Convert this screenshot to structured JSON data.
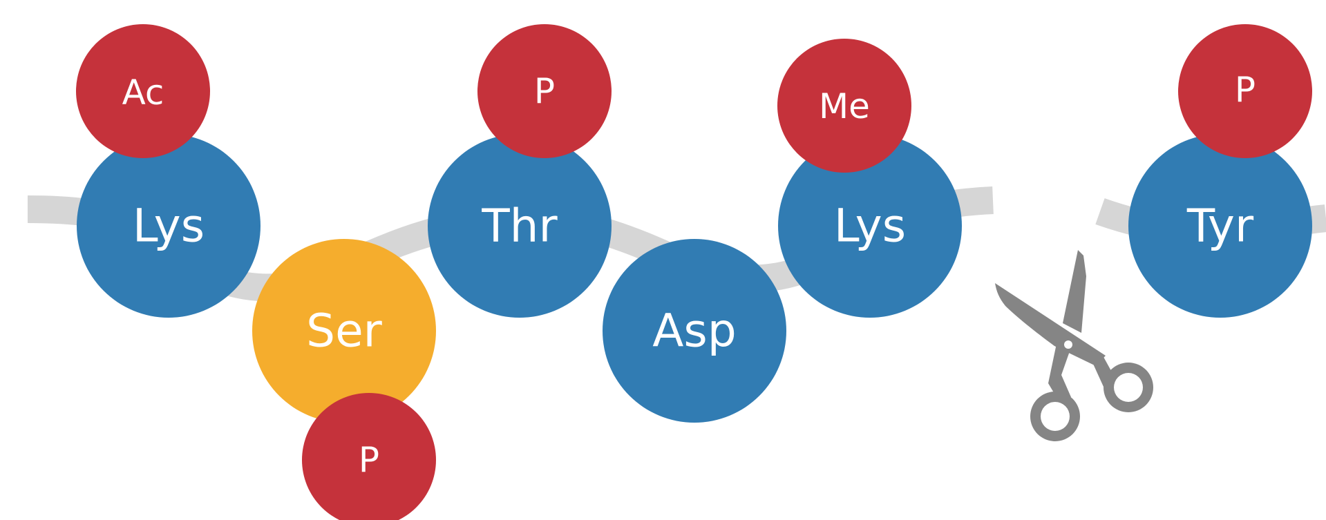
{
  "colors": {
    "residue_blue": "#317CB3",
    "residue_orange": "#F5AD2D",
    "modification_red": "#C5323B",
    "backbone_gray": "#D6D6D6",
    "scissors_gray": "#858585"
  },
  "residues": [
    {
      "label": "Lys",
      "color": "#317CB3"
    },
    {
      "label": "Ser",
      "color": "#F5AD2D"
    },
    {
      "label": "Thr",
      "color": "#317CB3"
    },
    {
      "label": "Asp",
      "color": "#317CB3"
    },
    {
      "label": "Lys",
      "color": "#317CB3"
    },
    {
      "label": "Tyr",
      "color": "#317CB3"
    }
  ],
  "modifications": [
    {
      "label": "Ac",
      "attached_to": "Lys"
    },
    {
      "label": "P",
      "attached_to": "Ser"
    },
    {
      "label": "P",
      "attached_to": "Thr"
    },
    {
      "label": "Me",
      "attached_to": "Lys"
    },
    {
      "label": "P",
      "attached_to": "Tyr"
    }
  ],
  "icons": {
    "cleavage": "scissors-icon"
  }
}
